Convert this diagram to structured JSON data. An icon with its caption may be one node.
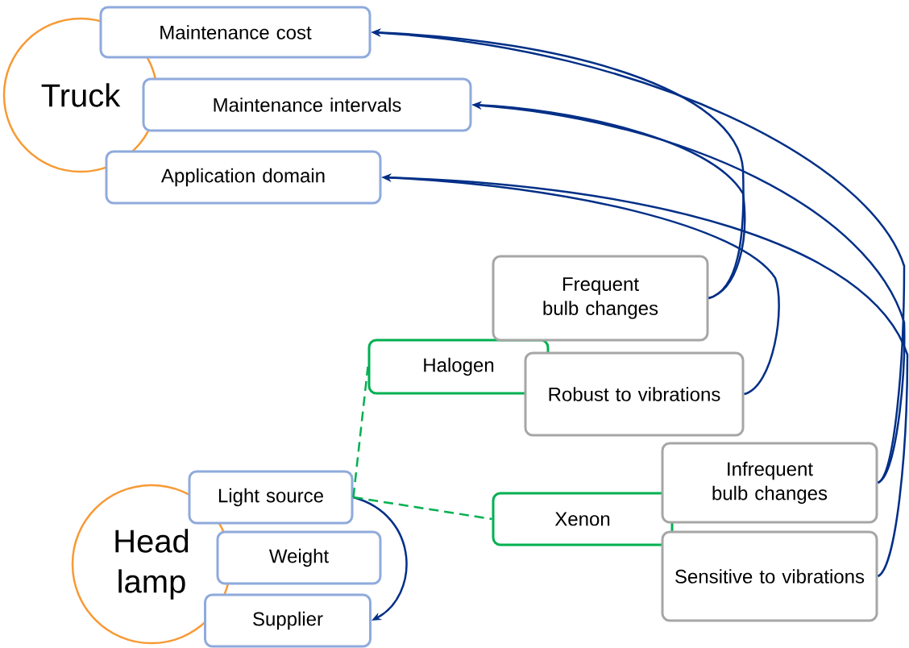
{
  "diagram": {
    "nodes": [
      {
        "text": [
          "Truck"
        ]
      },
      {
        "text": [
          "Maintenance cost"
        ]
      },
      {
        "text": [
          "Maintenance intervals"
        ]
      },
      {
        "text": [
          "Application domain"
        ]
      },
      {
        "text": [
          "Head lamp"
        ]
      },
      {
        "text": [
          "Light source"
        ]
      },
      {
        "text": [
          "Weight"
        ]
      },
      {
        "text": [
          "Supplier"
        ]
      },
      {
        "text": [
          "Halogen"
        ]
      },
      {
        "text": [
          "Frequent bulb changes"
        ]
      },
      {
        "text": [
          "Robust to vibrations"
        ]
      },
      {
        "text": [
          "Xenon"
        ]
      },
      {
        "text": [
          "Infrequent bulb changes"
        ]
      },
      {
        "text": [
          "Sensitive to vibrations"
        ]
      }
    ],
    "edges": [
      {
        "from": 9,
        "to": 1,
        "arrow": "to"
      },
      {
        "from": 9,
        "to": 2,
        "arrow": "to"
      },
      {
        "from": 10,
        "to": 3,
        "arrow": "to"
      },
      {
        "from": 12,
        "to": 1,
        "arrow": "to"
      },
      {
        "from": 12,
        "to": 2,
        "arrow": "to"
      },
      {
        "from": 13,
        "to": 3,
        "arrow": "to"
      },
      {
        "from": 5,
        "to": 7,
        "arrow": "to"
      },
      {
        "from": 5,
        "to": 8,
        "arrow": "none",
        "style": "dashed",
        "color": "#00b050"
      },
      {
        "from": 5,
        "to": 11,
        "arrow": "none",
        "style": "dashed",
        "color": "#00b050"
      }
    ]
  }
}
